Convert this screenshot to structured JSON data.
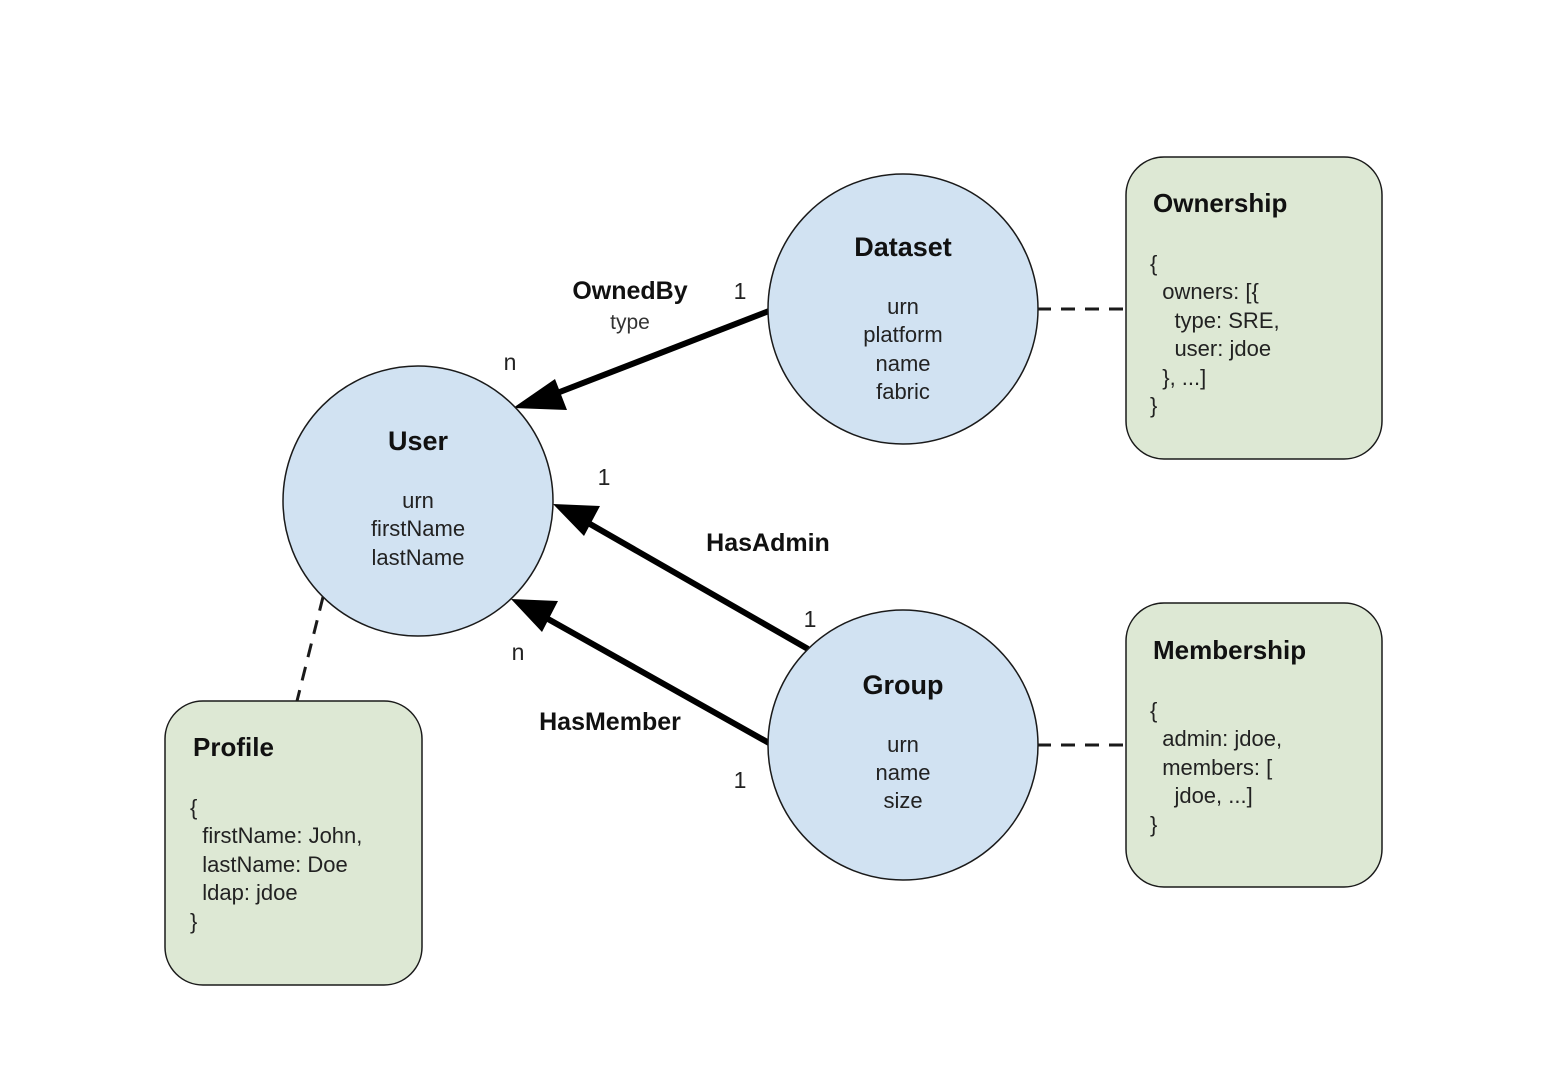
{
  "colors": {
    "entity_fill": "#d1e2f2",
    "aspect_fill": "#dde8d4",
    "stroke": "#1a1a1a"
  },
  "entities": {
    "user": {
      "title": "User",
      "fields": [
        "urn",
        "firstName",
        "lastName"
      ]
    },
    "dataset": {
      "title": "Dataset",
      "fields": [
        "urn",
        "platform",
        "name",
        "fabric"
      ]
    },
    "group": {
      "title": "Group",
      "fields": [
        "urn",
        "name",
        "size"
      ]
    }
  },
  "aspects": {
    "ownership": {
      "title": "Ownership",
      "lines": [
        "{",
        "  owners: [{",
        "    type: SRE,",
        "    user: jdoe",
        "  }, ...]",
        "}"
      ]
    },
    "membership": {
      "title": "Membership",
      "lines": [
        "{",
        "  admin: jdoe,",
        "  members: [",
        "    jdoe, ...]",
        "}"
      ]
    },
    "profile": {
      "title": "Profile",
      "lines": [
        "{",
        "  firstName: John,",
        "  lastName: Doe",
        "  ldap: jdoe",
        "}"
      ]
    }
  },
  "relationships": {
    "owned_by": {
      "label": "OwnedBy",
      "sublabel": "type",
      "source_card": "1",
      "target_card": "n"
    },
    "has_admin": {
      "label": "HasAdmin",
      "source_card": "1",
      "target_card": "1"
    },
    "has_member": {
      "label": "HasMember",
      "source_card": "1",
      "target_card": "n"
    }
  }
}
